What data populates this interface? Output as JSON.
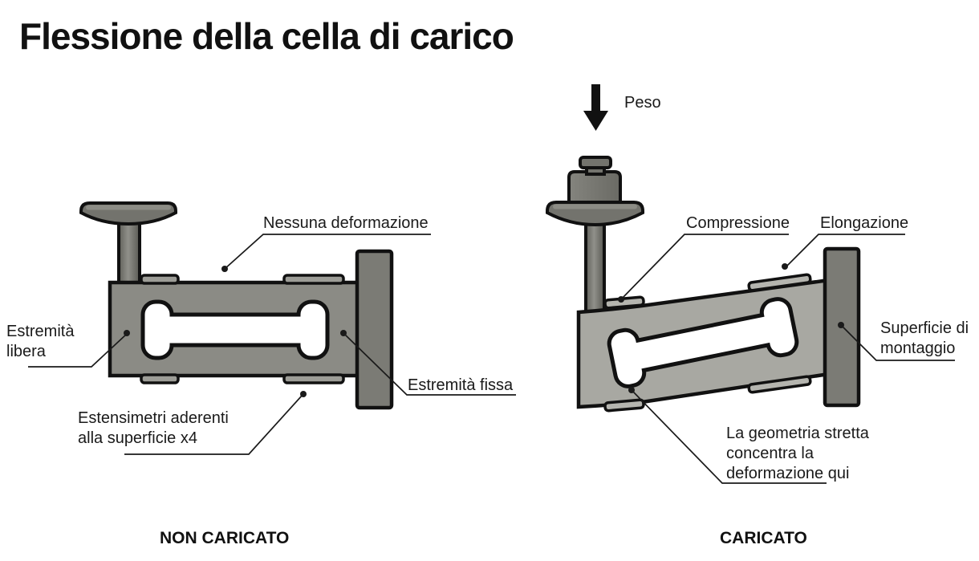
{
  "title": "Flessione della cella di carico",
  "left_diagram": {
    "caption": "NON CARICATO",
    "labels": {
      "no_deformation": "Nessuna deformazione",
      "free_end_line1": "Estremità",
      "free_end_line2": "libera",
      "strain_gauges_line1": "Estensimetri aderenti",
      "strain_gauges_line2": "alla superficie x4",
      "fixed_end": "Estremità fissa"
    }
  },
  "right_diagram": {
    "caption": "CARICATO",
    "labels": {
      "weight": "Peso",
      "compression": "Compressione",
      "elongation": "Elongazione",
      "mounting_surface_line1": "Superficie di",
      "mounting_surface_line2": "montaggio",
      "geometry_line1": "La geometria stretta",
      "geometry_line2": "concentra la",
      "geometry_line3": "deformazione qui"
    }
  },
  "colors": {
    "outline": "#111111",
    "body-unloaded": "#8b8b85",
    "body-loaded": "#a8a8a2",
    "plate": "#7b7b75",
    "hardware": "#73736d",
    "tab-unloaded": "#9d9d97",
    "tab-loaded": "#b5b5af",
    "text": "#1a1a1a",
    "leader": "#1a1a1a",
    "background": "#ffffff"
  }
}
